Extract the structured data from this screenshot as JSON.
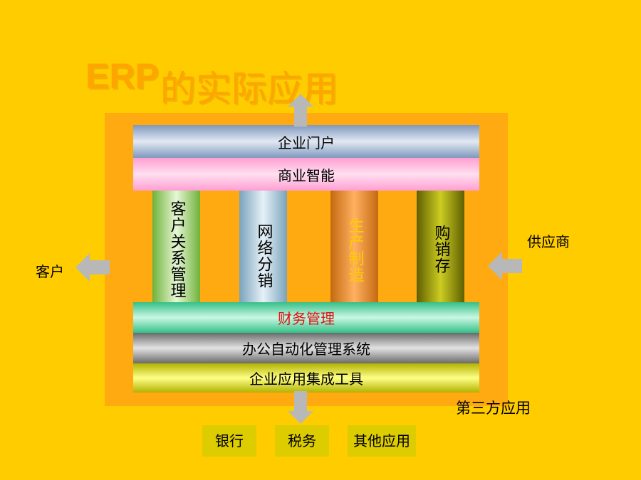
{
  "title": {
    "latin": "ERP",
    "cjk": "的实际应用"
  },
  "layers": {
    "portal": "企业门户",
    "bi": "商业智能",
    "finance": "财务管理",
    "oa": "办公自动化管理系统",
    "tools": "企业应用集成工具"
  },
  "pillars": {
    "crm": "客户关系管理",
    "distribution": "网络分销",
    "manufacturing": "生产制造",
    "purchasing": "购销存"
  },
  "external": {
    "customer": "客户",
    "supplier": "供应商",
    "third_party": "第三方应用"
  },
  "third_party_items": {
    "bank": "银行",
    "tax": "税务",
    "other": "其他应用"
  },
  "colors": {
    "background": "#FFCC00",
    "frame": "#FFAA11",
    "title": "#FFA500",
    "arrow": "#B8B8B8",
    "finance_text": "#E01010",
    "manufacturing_text": "#FFCC00",
    "third_party_box": "#DDCC00"
  },
  "icons": {
    "up": "arrow-up-icon",
    "down": "arrow-down-icon",
    "left": "arrow-left-icon",
    "right_in": "arrow-left-icon"
  }
}
